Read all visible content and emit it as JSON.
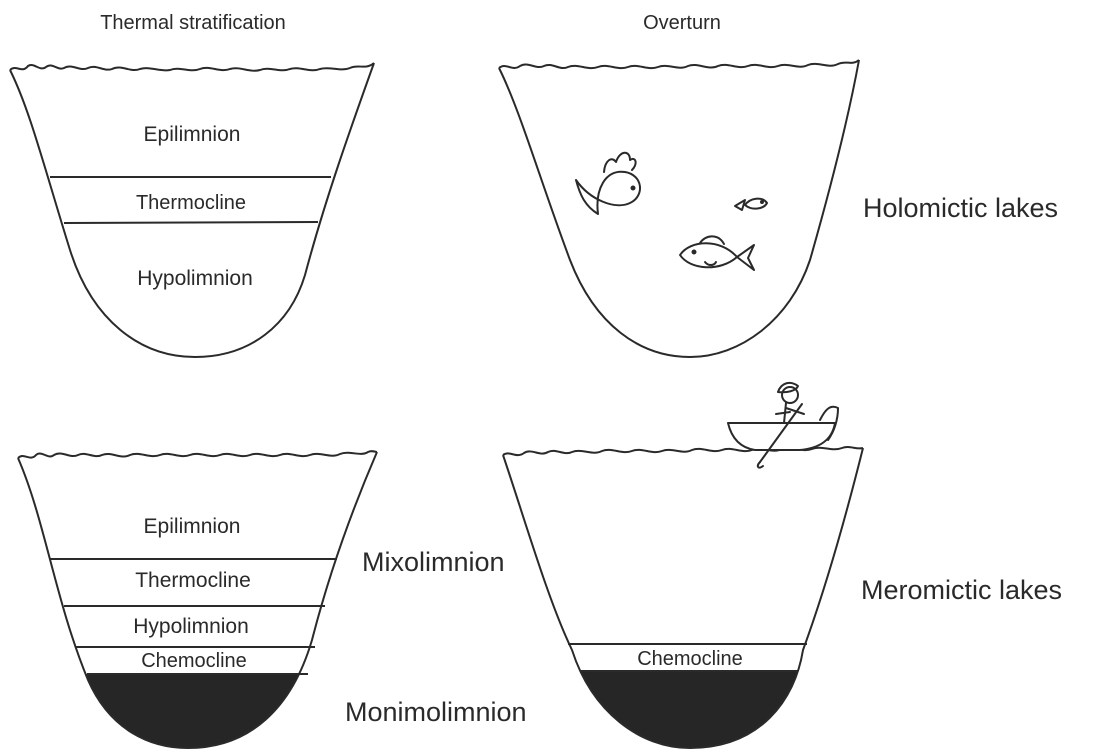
{
  "headers": {
    "thermal_stratification": "Thermal stratification",
    "overturn": "Overturn"
  },
  "top_left_layers": {
    "epilimnion": "Epilimnion",
    "thermocline": "Thermocline",
    "hypolimnion": "Hypolimnion"
  },
  "bottom_left_layers": {
    "epilimnion": "Epilimnion",
    "thermocline": "Thermocline",
    "hypolimnion": "Hypolimnion",
    "chemocline": "Chemocline"
  },
  "bottom_right_layers": {
    "chemocline": "Chemocline"
  },
  "side_labels": {
    "holomictic": "Holomictic lakes",
    "mixolimnion": "Mixolimnion",
    "meromictic": "Meromictic lakes",
    "monimolimnion": "Monimolimnion"
  },
  "colors": {
    "line": "#2a2a2a",
    "monimolimnion_fill": "#262626",
    "water": "#ffffff"
  }
}
